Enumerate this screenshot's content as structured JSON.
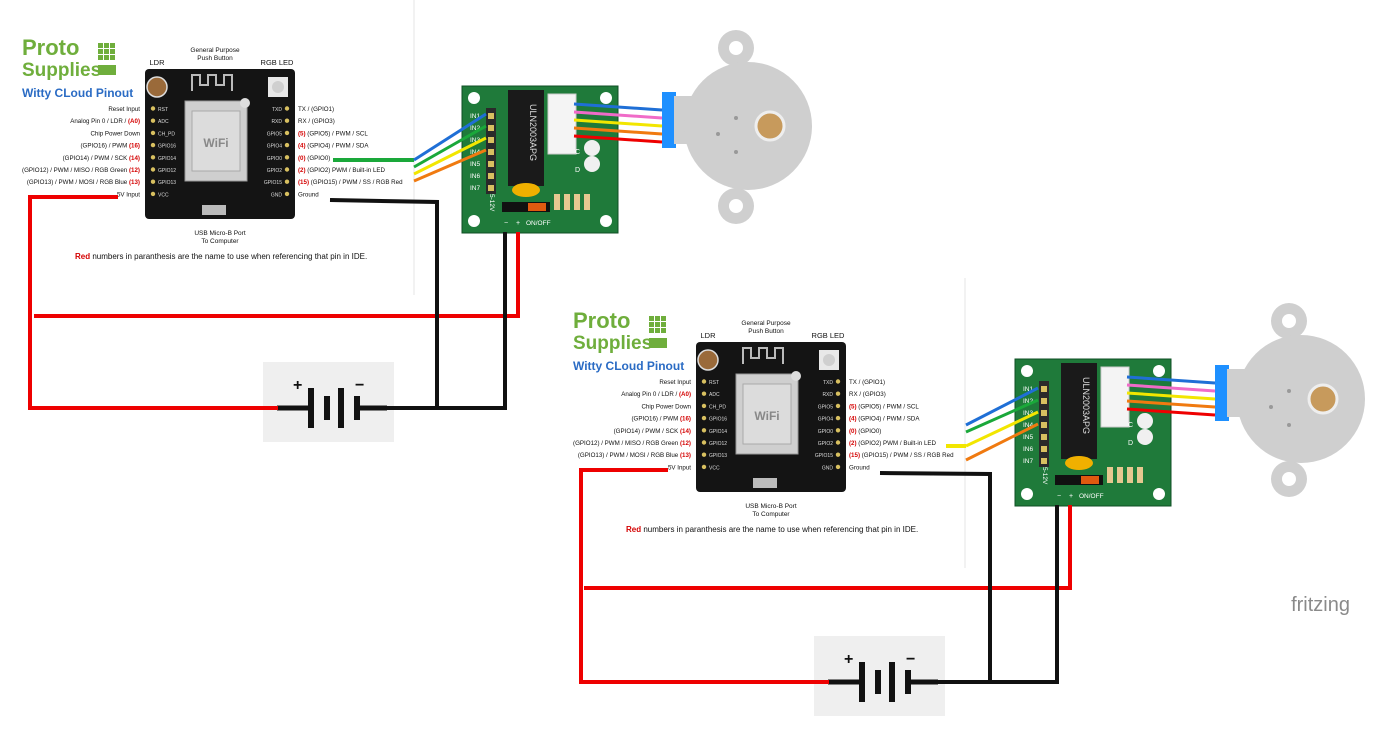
{
  "watermark": "fritzing",
  "colors": {
    "red_wire": "#ee0000",
    "black_wire": "#111111",
    "pcb": "#1f7a3a",
    "blue": "#1f6fd6",
    "green": "#1aa83a",
    "yellow": "#f2e600",
    "orange": "#f07a10",
    "pink": "#f06bc8",
    "motor": "#cfcfcf"
  },
  "pinout": {
    "brand_top": "Proto",
    "brand_bottom": "Supplies",
    "title": "Witty CLoud Pinout",
    "button_label_1": "General Purpose",
    "button_label_2": "Push Button",
    "ldr_label": "LDR",
    "rgb_label": "RGB LED",
    "usb_label_1": "USB Micro-B Port",
    "usb_label_2": "To Computer",
    "left_pins": [
      {
        "name": "Reset Input",
        "num": ""
      },
      {
        "name": "Analog Pin 0 / LDR / ",
        "num": "(A0)"
      },
      {
        "name": "Chip Power Down",
        "num": ""
      },
      {
        "name": "(GPIO16) / PWM ",
        "num": "(16)"
      },
      {
        "name": "(GPIO14) / PWM / SCK ",
        "num": "(14)"
      },
      {
        "name": "(GPIO12) / PWM / MISO / RGB Green ",
        "num": "(12)"
      },
      {
        "name": "(GPIO13) / PWM / MOSI / RGB Blue ",
        "num": "(13)"
      },
      {
        "name": "5V Input",
        "num": ""
      }
    ],
    "right_pins": [
      {
        "num": "",
        "name": "TX / (GPIO1)"
      },
      {
        "num": "",
        "name": "RX / (GPIO3)"
      },
      {
        "num": "(5)",
        "name": " (GPIO5) / PWM / SCL"
      },
      {
        "num": "(4)",
        "name": " (GPIO4) / PWM / SDA"
      },
      {
        "num": "(0)",
        "name": " (GPIO0)"
      },
      {
        "num": "(2)",
        "name": " (GPIO2) PWM / Built-in LED"
      },
      {
        "num": "(15)",
        "name": " (GPIO15) / PWM / SS / RGB Red"
      },
      {
        "num": "",
        "name": "Ground"
      }
    ],
    "board_left_pins": [
      "RST",
      "ADC",
      "CH_PD",
      "GPIO16",
      "GPIO14",
      "GPIO12",
      "GPIO13",
      "VCC"
    ],
    "board_right_pins": [
      "TXD",
      "RXD",
      "GPIO5",
      "GPIO4",
      "GPIO0",
      "GPIO2",
      "GPIO15",
      "GND"
    ],
    "note_red": "Red",
    "note_rest": " numbers in paranthesis are the name to use when referencing that pin in IDE."
  },
  "driver": {
    "chip": "ULN2003APG",
    "inputs": [
      "IN1",
      "IN2",
      "IN3",
      "IN4",
      "IN5",
      "IN6",
      "IN7"
    ],
    "voltage": "5-12V",
    "switch": "ON/OFF",
    "minus": "−",
    "plus": "+",
    "led_c": "C",
    "led_d": "D"
  },
  "battery": {
    "plus": "+",
    "minus": "−"
  }
}
